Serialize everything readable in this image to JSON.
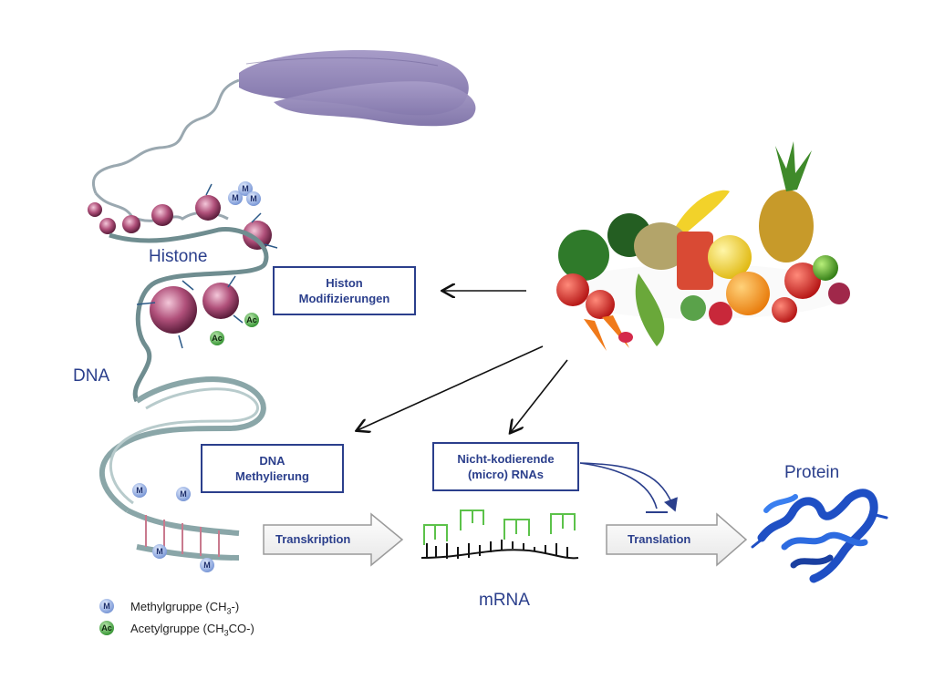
{
  "labels": {
    "histone": "Histone",
    "dna": "DNA",
    "mrna": "mRNA",
    "protein": "Protein"
  },
  "boxes": {
    "histon_mod": [
      "Histon",
      "Modifizierungen"
    ],
    "dna_meth": [
      "DNA",
      "Methylierung"
    ],
    "ncrna": [
      "Nicht-kodierende",
      "(micro) RNAs"
    ]
  },
  "process_arrows": {
    "transcription": "Transkription",
    "translation": "Translation"
  },
  "badges": {
    "methyl": "M",
    "acetyl": "Ac"
  },
  "legend": {
    "methyl": {
      "badge": "M",
      "pre": "Methylgruppe (CH",
      "sub": "3",
      "post": "-)"
    },
    "acetyl": {
      "badge": "Ac",
      "pre": "Acetylgruppe (CH",
      "sub": "3",
      "post": "CO-)"
    }
  },
  "colors": {
    "text_blue": "#2b3f8c",
    "chromosome": "#8a7fb0",
    "histone": "#b0507a",
    "dna_strand": "#8aa6a8",
    "mrna_green": "#5cc24a",
    "protein_blue": "#1f4fc4"
  }
}
